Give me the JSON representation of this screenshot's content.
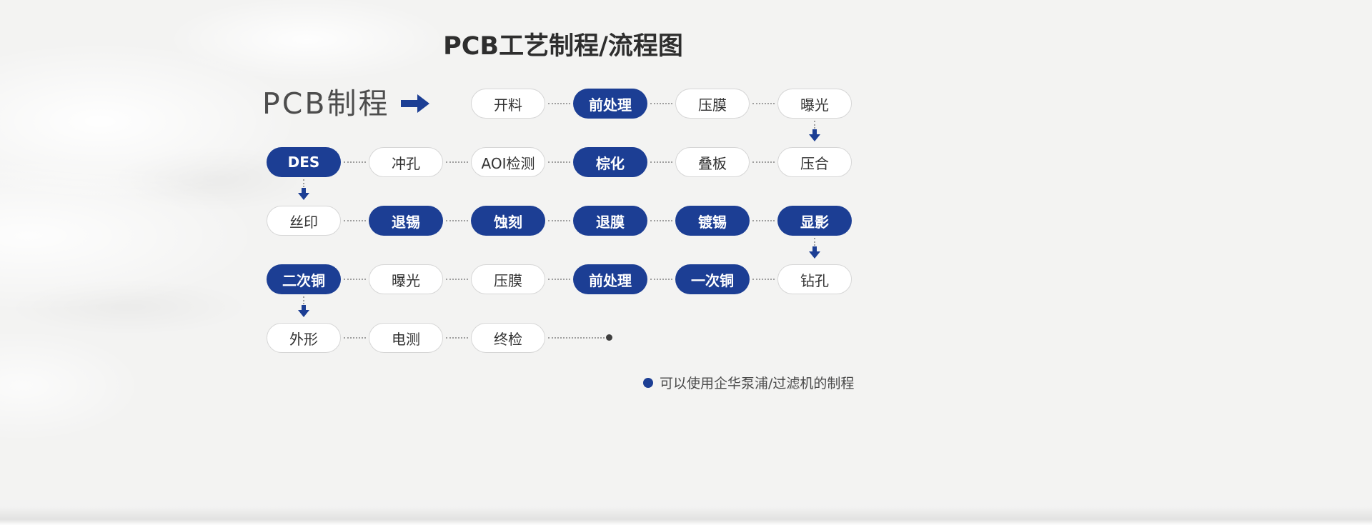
{
  "title": "PCB工艺制程/流程图",
  "flow": {
    "title": "PCB制程",
    "rows": [
      {
        "nodes": [
          {
            "label": "开料",
            "highlighted": false,
            "col": 3
          },
          {
            "label": "前处理",
            "highlighted": true,
            "col": 4
          },
          {
            "label": "压膜",
            "highlighted": false,
            "col": 5
          },
          {
            "label": "曝光",
            "highlighted": false,
            "col": 6
          }
        ]
      },
      {
        "nodes": [
          {
            "label": "DES",
            "highlighted": true,
            "col": 1
          },
          {
            "label": "冲孔",
            "highlighted": false,
            "col": 2
          },
          {
            "label": "AOI检测",
            "highlighted": false,
            "col": 3
          },
          {
            "label": "棕化",
            "highlighted": true,
            "col": 4
          },
          {
            "label": "叠板",
            "highlighted": false,
            "col": 5
          },
          {
            "label": "压合",
            "highlighted": false,
            "col": 6
          }
        ]
      },
      {
        "nodes": [
          {
            "label": "丝印",
            "highlighted": false,
            "col": 1
          },
          {
            "label": "退锡",
            "highlighted": true,
            "col": 2
          },
          {
            "label": "蚀刻",
            "highlighted": true,
            "col": 3
          },
          {
            "label": "退膜",
            "highlighted": true,
            "col": 4
          },
          {
            "label": "镀锡",
            "highlighted": true,
            "col": 5
          },
          {
            "label": "显影",
            "highlighted": true,
            "col": 6
          }
        ]
      },
      {
        "nodes": [
          {
            "label": "二次铜",
            "highlighted": true,
            "col": 1
          },
          {
            "label": "曝光",
            "highlighted": false,
            "col": 2
          },
          {
            "label": "压膜",
            "highlighted": false,
            "col": 3
          },
          {
            "label": "前处理",
            "highlighted": true,
            "col": 4
          },
          {
            "label": "一次铜",
            "highlighted": true,
            "col": 5
          },
          {
            "label": "钻孔",
            "highlighted": false,
            "col": 6
          }
        ]
      },
      {
        "trailing_dot": true,
        "nodes": [
          {
            "label": "外形",
            "highlighted": false,
            "col": 1
          },
          {
            "label": "电测",
            "highlighted": false,
            "col": 2
          },
          {
            "label": "终检",
            "highlighted": false,
            "col": 3
          }
        ]
      }
    ],
    "down_arrows": [
      {
        "after_row": 1,
        "col": 6
      },
      {
        "after_row": 2,
        "col": 1
      },
      {
        "after_row": 3,
        "col": 6
      },
      {
        "after_row": 4,
        "col": 1
      }
    ]
  },
  "legend": {
    "text": "可以使用企华泵浦/过滤机的制程"
  },
  "colors": {
    "accent": "#1c3e94",
    "end_dot": "#3f3f3f",
    "background": "#f3f3f2"
  }
}
